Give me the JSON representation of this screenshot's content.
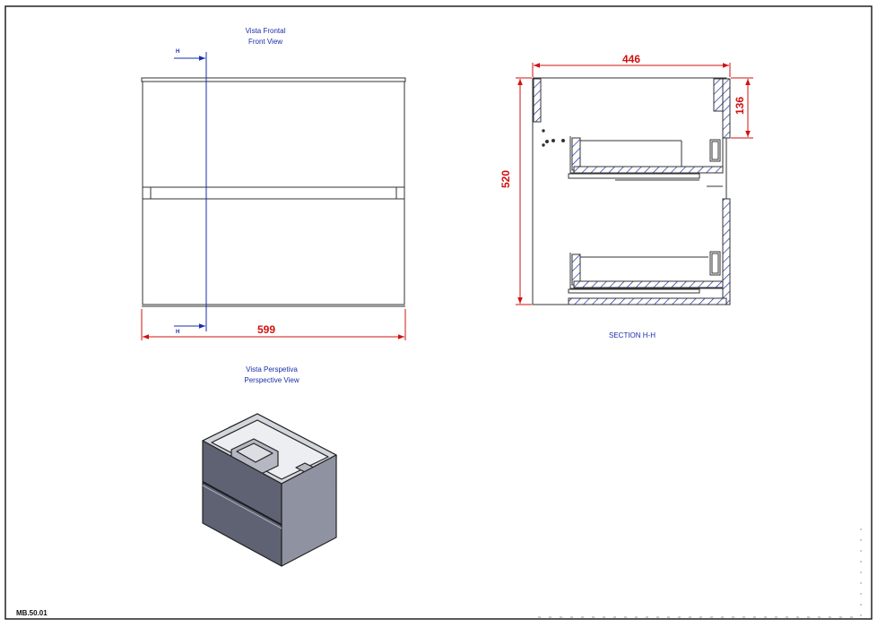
{
  "front_view": {
    "title_es": "Vista Frontal",
    "title_en": "Front View",
    "width_dim": "599",
    "cut_label_top": "H",
    "cut_label_bottom": "H"
  },
  "section_view": {
    "title": "SECTION H-H",
    "depth_dim": "446",
    "height_dim": "520",
    "top_dim": "136"
  },
  "perspective_view": {
    "title_es": "Vista Perspetiva",
    "title_en": "Perspective View"
  },
  "drawing_code": "MB.50.01",
  "colors": {
    "line": "#333333",
    "cut_line": "#1a2ea8",
    "hatch": "#1a2ea8",
    "dimension": "#d21010",
    "cabinet_front": "#5e6272",
    "cabinet_side": "#8f93a1",
    "cabinet_top": "#c9ccd4"
  }
}
